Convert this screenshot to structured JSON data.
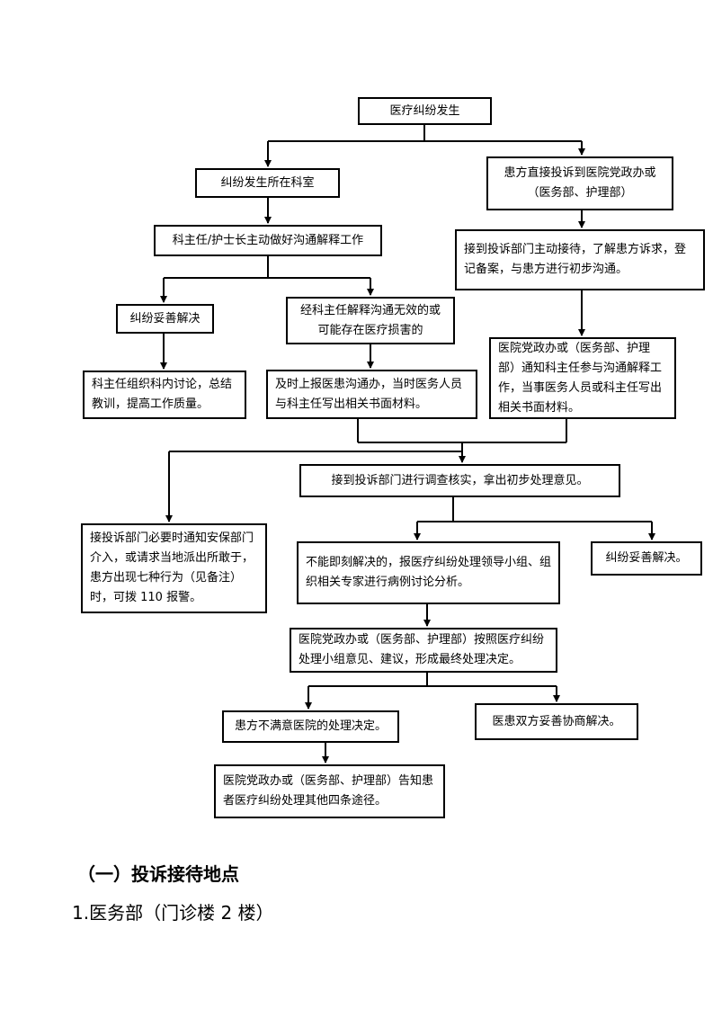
{
  "flowchart": {
    "nodes": {
      "start": "医疗纠纷发生",
      "dept": "纠纷发生所在科室",
      "complain_direct": "患方直接投诉到医院党政办或（医务部、护理部）",
      "head_communicate": "科主任/护士长主动做好沟通解释工作",
      "complaint_receive": "接到投诉部门主动接待，了解患方诉求，登记备案，与患方进行初步沟通。",
      "resolved_1": "纠纷妥善解决",
      "invalid": "经科主任解释沟通无效的或可能存在医疗损害的",
      "notify_head": "医院党政办或（医务部、护理部）通知科主任参与沟通解释工作，当事医务人员或科主任写出相关书面材料。",
      "summary": "科主任组织科内讨论，总结教训，提高工作质量。",
      "report": "及时上报医患沟通办，当时医务人员与科主任写出相关书面材料。",
      "investigate": "接到投诉部门进行调查核实，拿出初步处理意见。",
      "security": "接投诉部门必要时通知安保部门介入，或请求当地派出所敢于，患方出现七种行为（见备注）时，可拨 110 报警。",
      "group_discuss": "不能即刻解决的，报医疗纠纷处理领导小组、组织相关专家进行病例讨论分析。",
      "resolved_2": "纠纷妥善解决。",
      "final_decision": "医院党政办或（医务部、护理部）按照医疗纠纷处理小组意见、建议，形成最终处理决定。",
      "unsatisfied": "患方不满意医院的处理决定。",
      "negotiate": "医患双方妥善协商解决。",
      "other_ways": "医院党政办或（医务部、护理部）告知患者医疗纠纷处理其他四条途径。"
    }
  },
  "section": {
    "heading": "（一）投诉接待地点",
    "item_1": "1.医务部（门诊楼 2 楼）"
  }
}
